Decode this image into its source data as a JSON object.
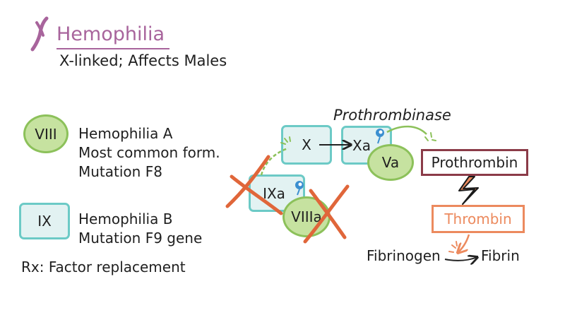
{
  "header": {
    "title": "Hemophilia",
    "subtitle": "X-linked; Affects Males",
    "icon": "chromosome-icon"
  },
  "legend": {
    "items": [
      {
        "factor": "VIII",
        "lines": [
          "Hemophilia A",
          "Most common form.",
          "Mutation F8"
        ]
      },
      {
        "factor": "IX",
        "lines": [
          "Hemophilia B",
          "Mutation F9 gene"
        ]
      }
    ],
    "treatment": "Rx: Factor replacement"
  },
  "cascade": {
    "prothrombinase_label": "Prothrombinase",
    "nodes": {
      "x": "X",
      "xa": "Xa",
      "va": "Va",
      "ixa": "IXa",
      "viiia": "VIIIa",
      "prothrombin": "Prothrombin",
      "thrombin": "Thrombin",
      "fibrinogen": "Fibrinogen",
      "fibrin": "Fibrin"
    }
  },
  "colors": {
    "title": "#a8649c",
    "green_fill": "#c6e2a0",
    "green_stroke": "#8cc15a",
    "teal_fill": "#e2f2f2",
    "teal_stroke": "#6ccac6",
    "maroon": "#8b3b48",
    "orange": "#ec8a5e",
    "cross_out": "#e0663a",
    "blue_marker": "#3b8fd0"
  }
}
